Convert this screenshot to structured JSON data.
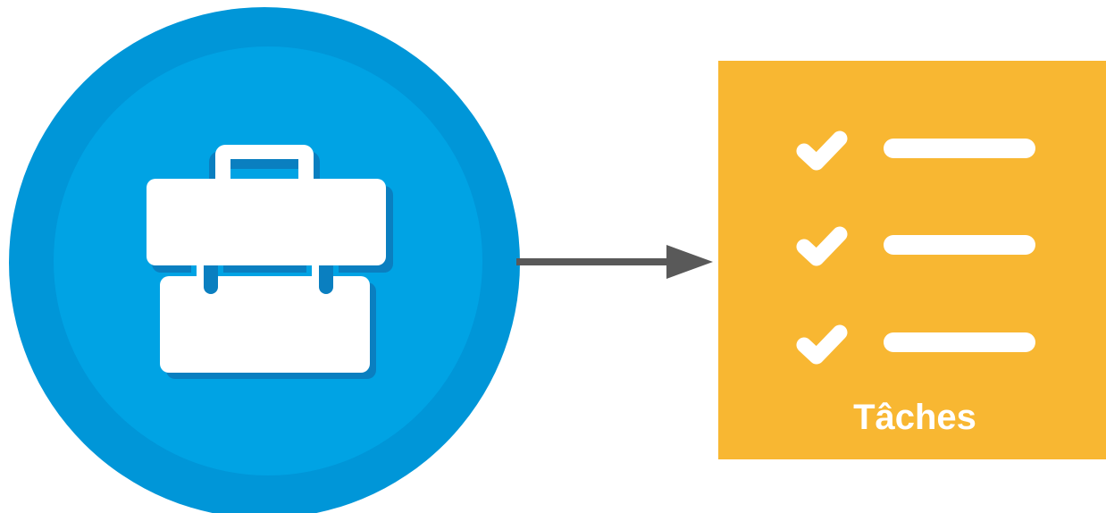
{
  "diagram": {
    "tasks_label": "Tâches"
  },
  "nodes": [
    {
      "id": "work",
      "icon": "briefcase-icon",
      "shape": "circle",
      "color": "#00A3E4",
      "ring_color": "#0096D8",
      "shadow_color": "#0A7FC0"
    },
    {
      "id": "tasks",
      "icon": "checklist-icon",
      "shape": "square",
      "color": "#F8B732"
    }
  ],
  "edges": [
    {
      "from": "work",
      "to": "tasks",
      "color": "#595959"
    }
  ],
  "checklist": {
    "items": 3,
    "mark_color": "#FFFFFF"
  }
}
